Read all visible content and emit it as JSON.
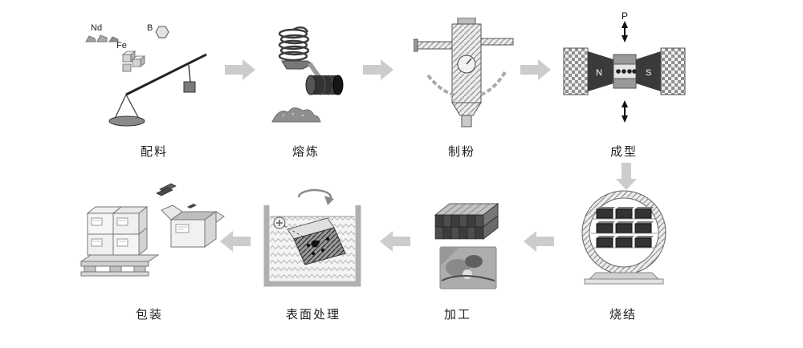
{
  "stages": {
    "batching": "配料",
    "melting": "熔炼",
    "milling": "制粉",
    "forming": "成型",
    "sintering": "烧结",
    "machining": "加工",
    "surface_treatment": "表面处理",
    "packing": "包装"
  },
  "annotations": {
    "nd": "Nd",
    "fe": "Fe",
    "b": "B",
    "pressure": "P",
    "pole_n": "N",
    "pole_s": "S"
  },
  "flow_order": [
    "配料",
    "熔炼",
    "制粉",
    "成型",
    "烧结",
    "加工",
    "表面处理",
    "包装"
  ],
  "colors": {
    "arrow": "#cccccc",
    "ink": "#333333"
  }
}
